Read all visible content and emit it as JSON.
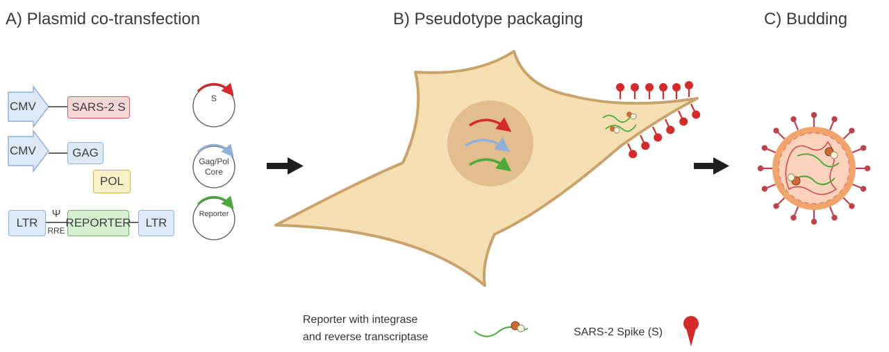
{
  "titles": {
    "a": "A) Plasmid co-transfection",
    "b": "B) Pseudotype packaging",
    "c": "C) Budding"
  },
  "plasmids": {
    "row1": {
      "promoter": "CMV",
      "gene": "SARS-2 S"
    },
    "row2": {
      "promoter": "CMV",
      "gene_top": "GAG",
      "gene_bottom": "POL"
    },
    "row3": {
      "ltr_left": "LTR",
      "psi": "Ψ",
      "rre": "RRE",
      "gene": "REPORTER",
      "ltr_right": "LTR"
    }
  },
  "circles": {
    "s": "S",
    "gagpol_line1": "Gag/Pol",
    "gagpol_line2": "Core",
    "reporter": "Reporter"
  },
  "legend": {
    "reporter_line1": "Reporter with integrase",
    "reporter_line2": "and reverse transcriptase",
    "spike": "SARS-2 Spike (S)"
  },
  "colors": {
    "spike": "#d42a2a",
    "gag_pol": "#8fb0d8",
    "reporter": "#4caa3d",
    "cell_fill": "#f7dfb4",
    "cell_border": "#c9a36a",
    "nucleus": "#e2bd8e",
    "arrow": "#1e1e1e"
  },
  "icons": [
    "arrow-right-icon",
    "spike-icon",
    "reporter-rna-icon",
    "virion-icon"
  ]
}
